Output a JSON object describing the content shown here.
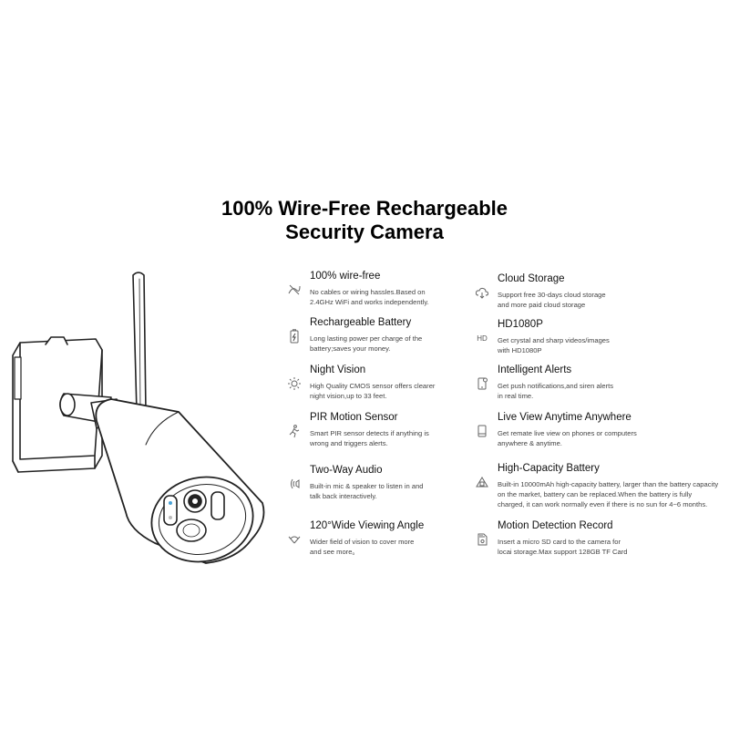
{
  "heading": {
    "line1": "100% Wire-Free Rechargeable",
    "line2": "Security Camera"
  },
  "icons": {
    "hd_label": "HD"
  },
  "features_left": [
    {
      "icon": "no-wire-icon",
      "title": "100% wire-free",
      "desc": "No cables or wiring hassles.Based on\n2.4GHz WiFi and works independently."
    },
    {
      "icon": "battery-charging-icon",
      "title": "Rechargeable Battery",
      "desc": "Long lasting power per charge of the\nbattery;saves your money."
    },
    {
      "icon": "night-vision-icon",
      "title": "Night Vision",
      "desc": "High Quality CMOS sensor offers clearer\nnight vision,up to 33 feet."
    },
    {
      "icon": "motion-sensor-icon",
      "title": "PIR Motion Sensor",
      "desc": "Smart PIR sensor detects if anything is\nwrong and triggers alerts."
    },
    {
      "icon": "audio-icon",
      "title": "Two-Way Audio",
      "desc": "Built-in mic & speaker to listen in and\ntalk back interactively."
    },
    {
      "icon": "wide-angle-icon",
      "title": "120°Wide Viewing Angle",
      "desc": "Wider field of vision to cover more\nand see more。"
    }
  ],
  "features_right": [
    {
      "icon": "cloud-storage-icon",
      "title": "Cloud Storage",
      "desc": "Support free 30-days cloud storage\nand more paid cloud storage"
    },
    {
      "icon": "hd-icon",
      "title": "HD1080P",
      "desc": "Get crystal and sharp videos/images\nwith HD1080P"
    },
    {
      "icon": "alert-icon",
      "title": "Intelligent Alerts",
      "desc": "Get push notifications,and siren alerts\nin real time."
    },
    {
      "icon": "live-view-icon",
      "title": "Live View Anytime Anywhere",
      "desc": "Get remate live view on phones or computers\nanywhere & anytime."
    },
    {
      "icon": "high-capacity-battery-icon",
      "title": "High-Capacity Battery",
      "desc": "Built-in 10000mAh high-capacity battery, larger than the battery capacity\non the market, battery can be replaced.When the battery is fully\ncharged, it can work normally even if there is no sun for 4~6 months."
    },
    {
      "icon": "sd-card-icon",
      "title": "Motion Detection Record",
      "desc": "Insert a micro SD card to the camera for\nlocai storage.Max support 128GB TF Card"
    }
  ]
}
